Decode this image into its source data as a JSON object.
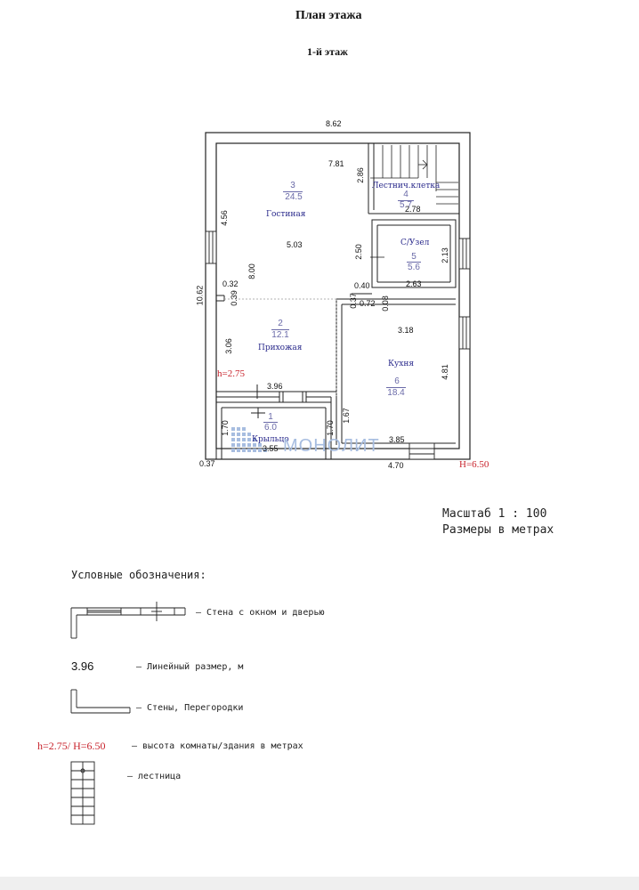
{
  "header": {
    "title": "План этажа",
    "floor": "1-й этаж"
  },
  "plan": {
    "dims": {
      "overall_width": "8.62",
      "d781": "7.81",
      "d286": "2.86",
      "d456": "4.56",
      "d503": "5.03",
      "d800": "8.00",
      "d1062": "10.62",
      "d032": "0.32",
      "d039": "0.39",
      "d278": "2.78",
      "d250": "2.50",
      "d213": "2.13",
      "d263": "2.63",
      "d040": "0.40",
      "d037": "0.37",
      "d072": "0.72",
      "d008": "0.08",
      "d318": "3.18",
      "d306": "3.06",
      "d481": "4.81",
      "d396": "3.96",
      "d167": "1.67",
      "d170a": "1.70",
      "d170b": "1.70",
      "d355": "3.55",
      "d385": "3.85",
      "d037b": "0.37",
      "d470": "4.70"
    },
    "rooms": [
      {
        "num": "3",
        "area": "24.5",
        "name": "Гостиная"
      },
      {
        "num": "4",
        "area": "5.7",
        "name": "Лестнич.клетка"
      },
      {
        "num": "5",
        "area": "5.6",
        "name": "С/Узел"
      },
      {
        "num": "2",
        "area": "12.1",
        "name": "Прихожая"
      },
      {
        "num": "6",
        "area": "18.4",
        "name": "Кухня"
      },
      {
        "num": "1",
        "area": "6.0",
        "name": "Крыльцо"
      }
    ],
    "room_height": "h=2.75",
    "building_height": "H=6.50",
    "watermark": "МОНОЛИТ"
  },
  "scale": {
    "line1": "Масштаб 1 : 100",
    "line2": "Размеры в метрах"
  },
  "legend": {
    "heading": "Условные обозначения:",
    "items": [
      {
        "sample": "",
        "text": "– Стена с окном и дверью",
        "icon": "wall-window-door-icon"
      },
      {
        "sample": "3.96",
        "text": "– Линейный размер, м",
        "icon": ""
      },
      {
        "sample": "",
        "text": "– Стены, Перегородки",
        "icon": "wall-partition-icon"
      },
      {
        "sample": "h=2.75/ H=6.50",
        "text": "– высота комнаты/здания в метрах",
        "icon": ""
      },
      {
        "sample": "",
        "text": "– лестница",
        "icon": "stairs-icon"
      }
    ]
  },
  "colors": {
    "red": "#c8232c",
    "room_name": "#2b2b8c",
    "room_num": "#6a6aa8",
    "watermark": "#a7bde0"
  }
}
